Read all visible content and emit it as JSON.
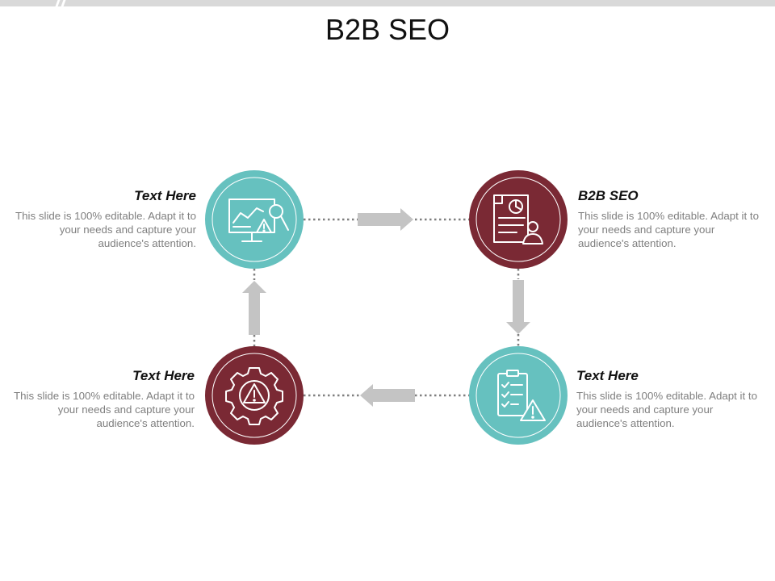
{
  "title": "B2B SEO",
  "colors": {
    "teal": "#66c1bf",
    "maroon": "#7a2934",
    "arrow": "#c4c4c4",
    "connector": "#7f7f7f"
  },
  "nodes": [
    {
      "id": "top-left",
      "heading": "Text Here",
      "body": "This slide is 100% editable. Adapt it to your needs and capture your audience's attention.",
      "color": "teal",
      "icon": "presentation-analysis-warning-icon"
    },
    {
      "id": "top-right",
      "heading": "B2B SEO",
      "body": "This slide is 100% editable. Adapt it to your needs and capture your audience's attention.",
      "color": "maroon",
      "icon": "document-report-user-icon"
    },
    {
      "id": "bottom-left",
      "heading": "Text Here",
      "body": "This slide is 100% editable. Adapt it to your needs and capture your audience's attention.",
      "color": "maroon",
      "icon": "gear-warning-icon"
    },
    {
      "id": "bottom-right",
      "heading": "Text Here",
      "body": "This slide is 100% editable. Adapt it to your needs and capture your audience's attention.",
      "color": "teal",
      "icon": "clipboard-checklist-warning-icon"
    }
  ],
  "flow": [
    "top-left",
    "top-right",
    "bottom-right",
    "bottom-left",
    "top-left"
  ]
}
